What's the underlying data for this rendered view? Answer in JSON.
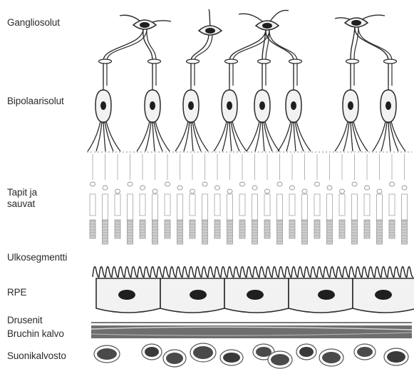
{
  "labels": {
    "ganglion": "Gangliosolut",
    "bipolar": "Bipolaarisolut",
    "photoreceptors": "Tapit ja\nsauvat",
    "outer_segment": "Ulkosegmentti",
    "rpe": "RPE",
    "drusen": "Drusenit",
    "bruch": "Bruchin kalvo",
    "choroid": "Suonikalvosto"
  },
  "colors": {
    "ink": "#2b2b2b",
    "cell_fill": "#f2f2f2",
    "photoreceptor_stroke": "#b5b5b5",
    "nucleus": "#1f1f1f"
  }
}
